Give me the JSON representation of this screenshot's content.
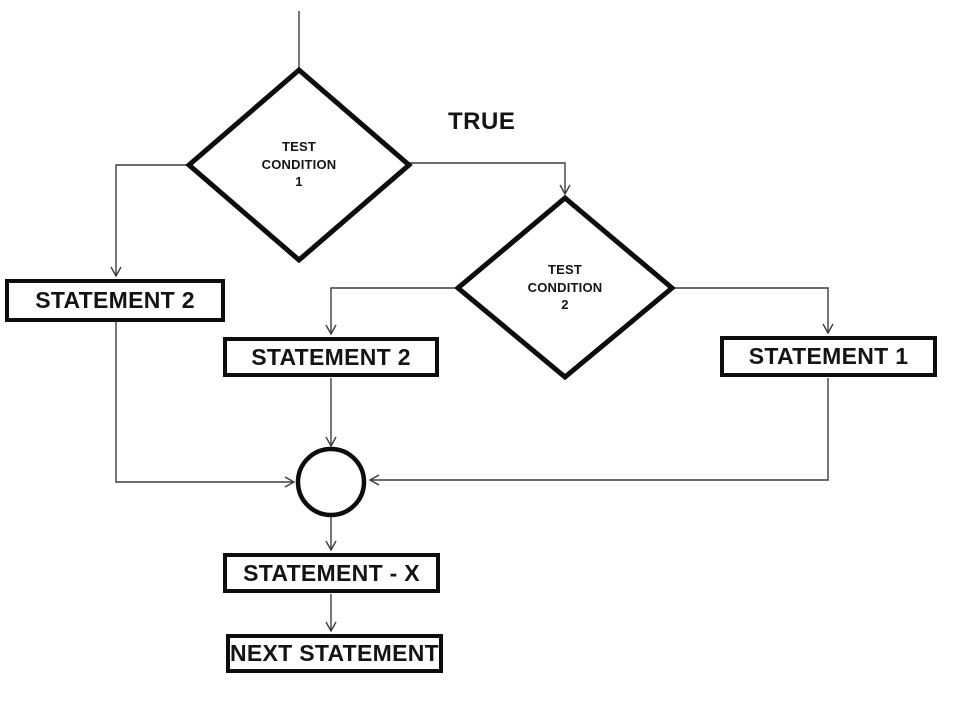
{
  "flowchart": {
    "decision1": {
      "label": "TEST\nCONDITION\n1"
    },
    "decision2": {
      "label": "TEST\nCONDITION\n2"
    },
    "true_branch_label": "TRUE",
    "boxes": {
      "statement2_left": "STATEMENT 2",
      "statement2_mid": "STATEMENT 2",
      "statement1": "STATEMENT 1",
      "statement_x": "STATEMENT - X",
      "next_statement": "NEXT STATEMENT"
    },
    "colors": {
      "shape_stroke": "#0d0d0d",
      "connector_stroke": "#3d3d3d",
      "fill": "#ffffff"
    }
  }
}
